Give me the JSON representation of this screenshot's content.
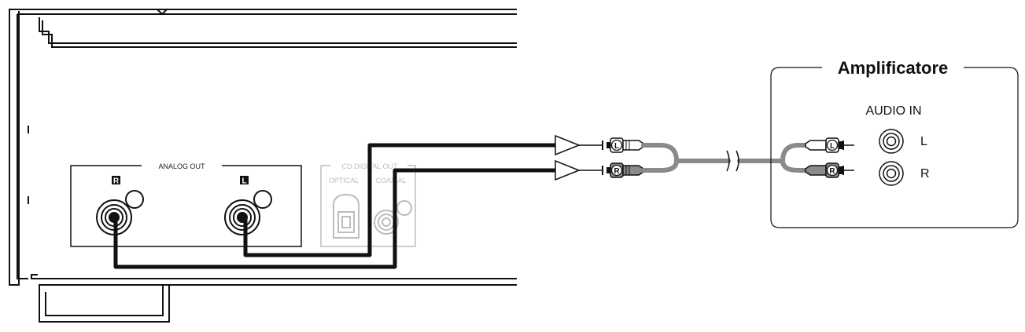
{
  "player": {
    "analog_out_label": "ANALOG OUT",
    "jack_r_badge": "R",
    "jack_l_badge": "L",
    "digital_out_label": "CD DIGITAL OUT",
    "optical_label": "OPTICAL",
    "coaxial_label": "COAXIAL"
  },
  "cable": {
    "plug_l_label": "L",
    "plug_r_label": "R"
  },
  "amplifier": {
    "title": "Amplificatore",
    "audio_in_label": "AUDIO IN",
    "input_l_label": "L",
    "input_r_label": "R",
    "plug_l_label": "L",
    "plug_r_label": "R"
  },
  "colors": {
    "outline": "#111111",
    "cable": "#111111",
    "ghost": "#bdbdbd",
    "connector_gray": "#8a8a8a"
  }
}
